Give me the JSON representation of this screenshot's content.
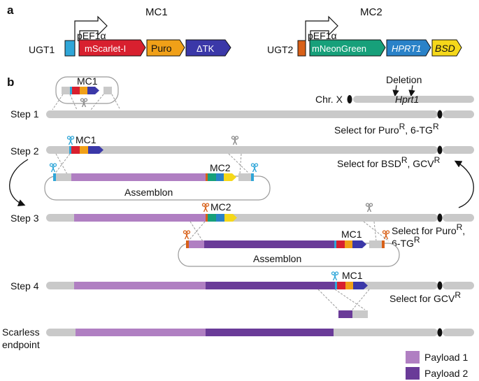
{
  "panel_a": {
    "label": "a",
    "mc1": {
      "title": "MC1",
      "landing_pad": "UGT1",
      "promoter": "pEF1α",
      "genes": [
        "mScarlet-I",
        "Puro",
        "ΔTK"
      ]
    },
    "mc2": {
      "title": "MC2",
      "landing_pad": "UGT2",
      "promoter": "pEF1α",
      "genes": [
        "mNeonGreen",
        "HPRT1",
        "BSD"
      ]
    }
  },
  "panel_b": {
    "label": "b",
    "chromosome": "Chr. X",
    "deletion": "Deletion",
    "gene": "Hprt1",
    "steps": [
      "Step 1",
      "Step 2",
      "Step 3",
      "Step 4"
    ],
    "endpoint": [
      "Scarless",
      "endpoint"
    ],
    "cassette_mc1": "MC1",
    "cassette_mc2": "MC2",
    "assemblon": "Assemblon",
    "selections": [
      {
        "text": "Select for Puro",
        "sup": "R",
        "text2": ", 6-TG",
        "sup2": "R"
      },
      {
        "text": "Select for BSD",
        "sup": "R",
        "text2": ", GCV",
        "sup2": "R"
      },
      {
        "text": "Select for Puro",
        "sup": "R",
        "text2": ",",
        "sup2": ""
      },
      {
        "text": "6-TG",
        "sup": "R",
        "text2": "",
        "sup2": ""
      },
      {
        "text": "Select for GCV",
        "sup": "R",
        "text2": "",
        "sup2": ""
      }
    ]
  },
  "legend": [
    {
      "label": "Payload 1",
      "color": "#b07fc2"
    },
    {
      "label": "Payload 2",
      "color": "#6a3b98"
    }
  ],
  "colors": {
    "chromosome": "#c9c9c9",
    "ugt1": "#2fa6d8",
    "ugt2": "#d86018",
    "mscarlet": "#d8202f",
    "puro": "#f0a018",
    "dtk": "#3b38a8",
    "mneongreen": "#17a07a",
    "hprt1": "#2a82c8",
    "bsd": "#f5d81a",
    "payload1": "#b07fc2",
    "payload2": "#6a3b98",
    "scissors_blue": "#2fa6d8",
    "scissors_orange": "#d86018",
    "scissors_gray": "#8a8a8a"
  }
}
